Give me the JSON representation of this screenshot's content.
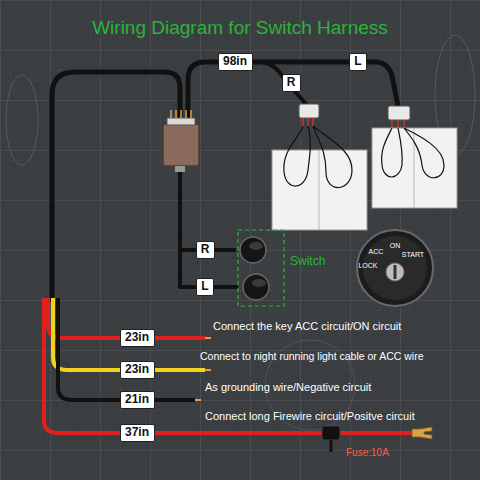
{
  "diagram": {
    "title": "Wiring Diagram for Switch Harness",
    "nodes": [
      {
        "text": [
          "98in"
        ]
      },
      {
        "text": [
          "R"
        ]
      },
      {
        "text": [
          "L"
        ]
      },
      {
        "text": [
          "R"
        ]
      },
      {
        "text": [
          "L"
        ]
      },
      {
        "text": [
          "23in"
        ]
      },
      {
        "text": [
          "23in"
        ]
      },
      {
        "text": [
          "21in"
        ]
      },
      {
        "text": [
          "37in"
        ]
      }
    ],
    "labels": [
      "Switch",
      "LOCK",
      "ACC",
      "ON",
      "START",
      "Connect the key ACC circuit/ON circuit",
      "Connect to night running light cable or ACC wire",
      "As grounding wire/Negative circuit",
      "Connect long Firewire circuit/Positve circuit",
      "Fuse:10A"
    ]
  }
}
